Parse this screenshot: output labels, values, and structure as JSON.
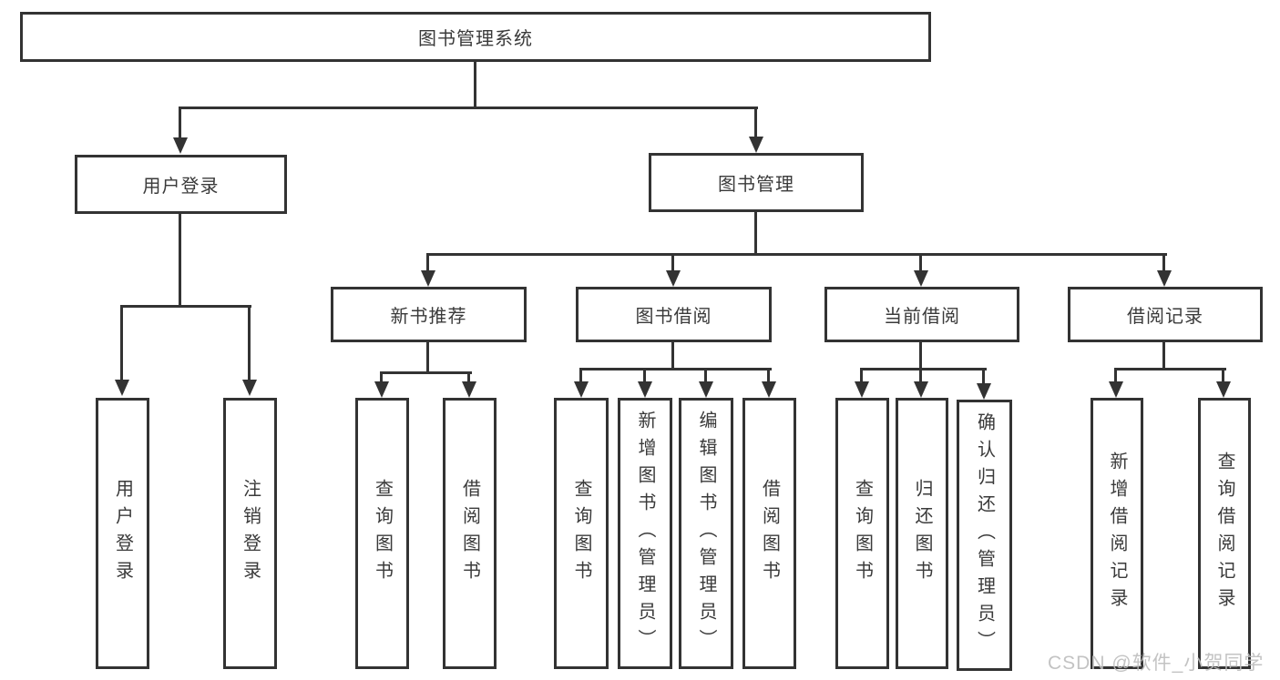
{
  "diagram": {
    "title": "图书管理系统",
    "colors": {
      "line": "#333333",
      "text": "#3a3a3a",
      "background": "#ffffff",
      "watermark": "#bdbdbd"
    },
    "nodes": {
      "root": "图书管理系统",
      "level2": [
        "用户登录",
        "图书管理"
      ],
      "level3": [
        "新书推荐",
        "图书借阅",
        "当前借阅",
        "借阅记录"
      ],
      "leaves": [
        "用户登录",
        "注销登录",
        "查询图书",
        "借阅图书",
        "查询图书",
        "新增图书（管理员）",
        "编辑图书（管理员）",
        "借阅图书",
        "查询图书",
        "归还图书",
        "确认归还（管理员）",
        "新增借阅记录",
        "查询借阅记录"
      ]
    },
    "edges": [
      "图书管理系统→用户登录",
      "图书管理系统→图书管理",
      "用户登录→用户登录",
      "用户登录→注销登录",
      "图书管理→新书推荐",
      "图书管理→图书借阅",
      "图书管理→当前借阅",
      "图书管理→借阅记录",
      "新书推荐→查询图书",
      "新书推荐→借阅图书",
      "图书借阅→查询图书",
      "图书借阅→新增图书（管理员）",
      "图书借阅→编辑图书（管理员）",
      "图书借阅→借阅图书",
      "当前借阅→查询图书",
      "当前借阅→归还图书",
      "当前借阅→确认归还（管理员）",
      "借阅记录→新增借阅记录",
      "借阅记录→查询借阅记录"
    ]
  },
  "watermark": {
    "text": "CSDN @软件_小贺同学"
  }
}
